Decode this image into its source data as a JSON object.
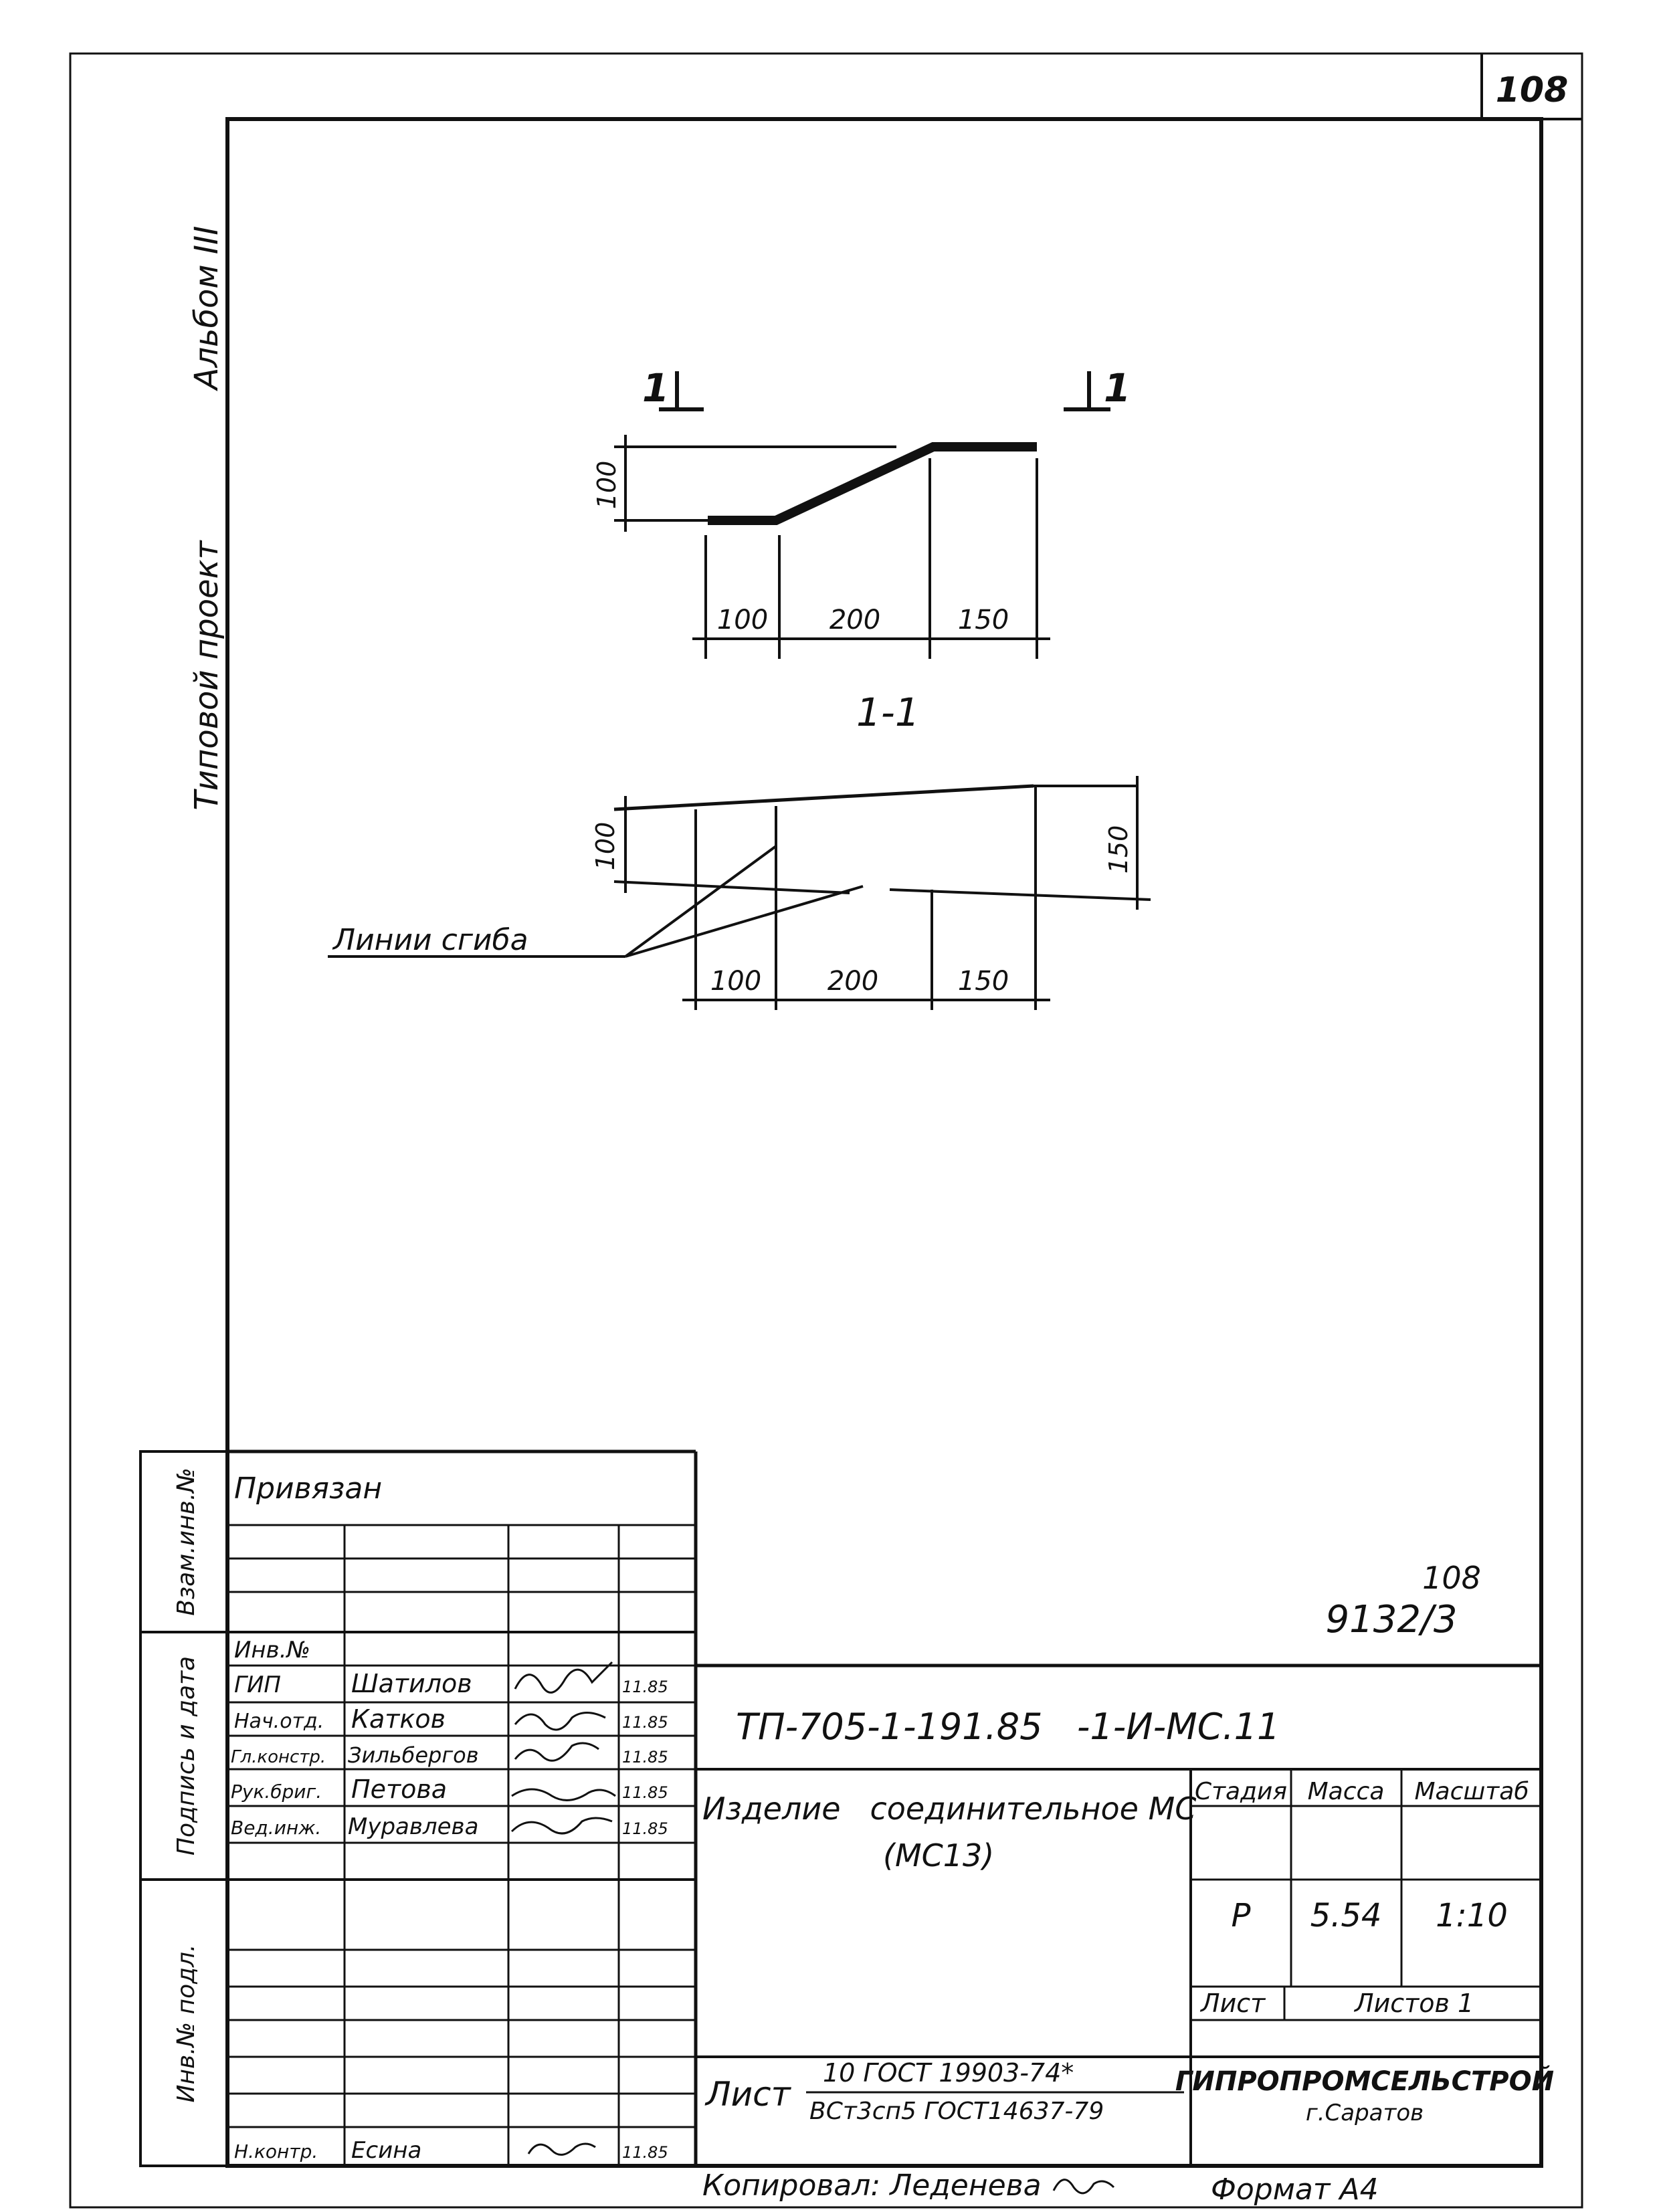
{
  "sheet": {
    "corner_number": "108",
    "side_labels": {
      "album": "Альбом III",
      "project": "Типовой проект"
    }
  },
  "drawing": {
    "section_marks": [
      "1",
      "1"
    ],
    "top_view": {
      "height_dim": "100",
      "dims": [
        "100",
        "200",
        "150"
      ]
    },
    "section_title": "1-1",
    "section_view": {
      "left_dim": "100",
      "right_dim": "150",
      "dims": [
        "100",
        "200",
        "150"
      ],
      "bend_label": "Линии сгиба"
    }
  },
  "approval": {
    "privyazan": "Привязан",
    "side_labels": [
      "Взам.инв.№",
      "Подпись и дата",
      "Инв.№ подл."
    ],
    "inv_label": "Инв.№"
  },
  "title_block": {
    "sheet_ref": {
      "top": "108",
      "bottom": "9132/3"
    },
    "code": "ТП-705-1-191.85   -1-И-МС.11",
    "people": [
      {
        "role": "ГИП",
        "name": "Шатилов",
        "date": "11.85"
      },
      {
        "role": "Нач.отд.",
        "name": "Катков",
        "date": "11.85"
      },
      {
        "role": "Гл.констр.",
        "name": "Зильбергов",
        "date": "11.85"
      },
      {
        "role": "Рук.бриг.",
        "name": "Петова",
        "date": "11.85"
      },
      {
        "role": "Вед.инж.",
        "name": "Муравлева",
        "date": "11.85"
      }
    ],
    "nkontr": {
      "role": "Н.контр.",
      "name": "Есина",
      "date": "11.85"
    },
    "name_line1": "Изделие   соединительное МС",
    "name_line2": "(МС13)",
    "stage_header": "Стадия",
    "mass_header": "Масса",
    "scale_header": "Масштаб",
    "stage": "Р",
    "mass": "5.54",
    "scale": "1:10",
    "sheet_label": "Лист",
    "sheets_label": "Листов 1",
    "material_label": "Лист",
    "material_top": "10  ГОСТ 19903-74*",
    "material_bottom": "ВСт3сп5 ГОСТ14637-79",
    "org": "ГИПРОПРОМСЕЛЬСТРОЙ",
    "city": "г.Саратов"
  },
  "footer": {
    "copied": "Копировал: Леденева",
    "format": "Формат А4"
  }
}
